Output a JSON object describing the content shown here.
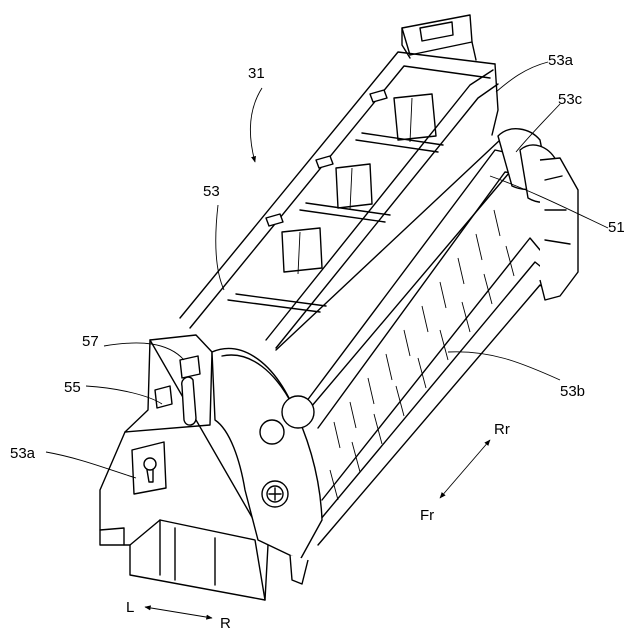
{
  "figure": {
    "reference_numerals": {
      "assembly": "31",
      "frame": "53",
      "frame_end_upper": "53a",
      "frame_end_lower": "53a",
      "flange": "53c",
      "roller": "51",
      "side_wall": "53b",
      "tab": "57",
      "hook": "55"
    },
    "direction_arrows": {
      "lateral": {
        "left": "L",
        "right": "R"
      },
      "depth": {
        "rear": "Rr",
        "front": "Fr"
      }
    }
  }
}
